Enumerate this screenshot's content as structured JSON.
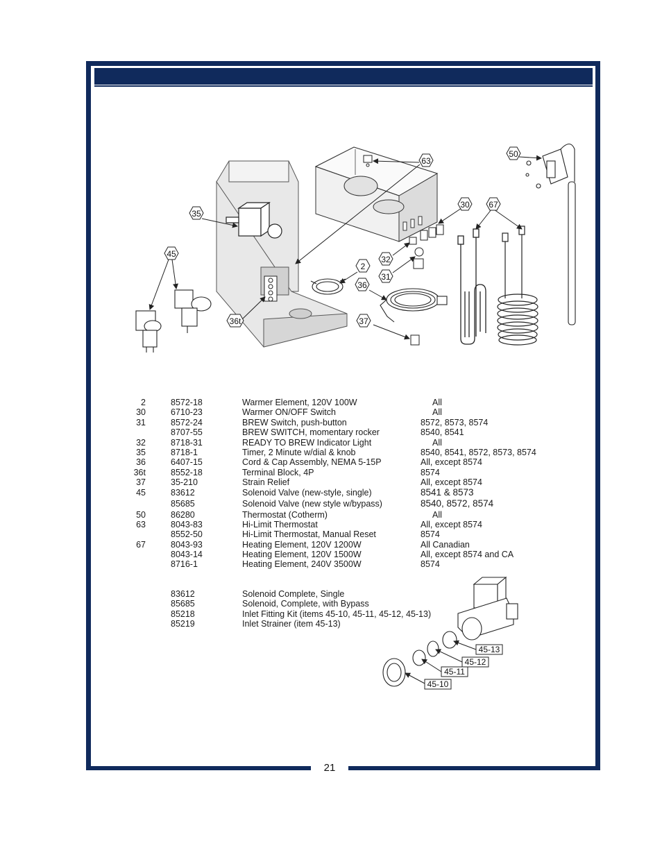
{
  "page_number": "21",
  "callouts": [
    "50",
    "63",
    "30",
    "67",
    "35",
    "45",
    "32",
    "2",
    "31",
    "36",
    "36t",
    "37"
  ],
  "inset_callouts": [
    "45-13",
    "45-12",
    "45-11",
    "45-10"
  ],
  "parts": [
    {
      "item": "2",
      "part": "8572-18",
      "desc": "Warmer Element, 120V 100W",
      "model": "All"
    },
    {
      "item": "30",
      "part": "6710-23",
      "desc": "Warmer ON/OFF Switch",
      "model": "All"
    },
    {
      "item": "31",
      "part": "8572-24",
      "desc": "BREW Switch, push-button",
      "model": "8572, 8573, 8574"
    },
    {
      "item": "",
      "part": "8707-55",
      "desc": "BREW SWITCH, momentary rocker",
      "model": "8540, 8541"
    },
    {
      "item": "32",
      "part": "8718-31",
      "desc": "READY TO BREW Indicator Light",
      "model": "All"
    },
    {
      "item": "35",
      "part": "8718-1",
      "desc": "Timer, 2 Minute w/dial & knob",
      "model": "8540, 8541, 8572, 8573, 8574"
    },
    {
      "item": "36",
      "part": "6407-15",
      "desc": "Cord & Cap Assembly, NEMA 5-15P",
      "model": "All, except 8574"
    },
    {
      "item": "36t",
      "part": "8552-18",
      "desc": "Terminal Block, 4P",
      "model": "8574"
    },
    {
      "item": "37",
      "part": "35-210",
      "desc": "Strain Relief",
      "model": "All, except 8574"
    },
    {
      "item": "45",
      "part": "83612",
      "desc": "Solenoid Valve (new-style, single)",
      "model": "8541 & 8573"
    },
    {
      "item": "",
      "part": "85685",
      "desc": "Solenoid Valve (new style w/bypass)",
      "model": "8540, 8572, 8574"
    },
    {
      "item": "50",
      "part": "86280",
      "desc": "Thermostat (Cotherm)",
      "model": "All"
    },
    {
      "item": "63",
      "part": "8043-83",
      "desc": "Hi-Limit Thermostat",
      "model": "All, except 8574"
    },
    {
      "item": "",
      "part": "8552-50",
      "desc": "Hi-Limit Thermostat, Manual Reset",
      "model": "8574"
    },
    {
      "item": "67",
      "part": "8043-93",
      "desc": "Heating Element, 120V 1200W",
      "model": "All Canadian"
    },
    {
      "item": "",
      "part": "8043-14",
      "desc": "Heating Element, 120V 1500W",
      "model": "All, except 8574 and CA"
    },
    {
      "item": "",
      "part": "8716-1",
      "desc": "Heating Element, 240V 3500W",
      "model": "8574"
    }
  ],
  "kits": [
    {
      "part": "83612",
      "desc": "Solenoid Complete, Single"
    },
    {
      "part": "85685",
      "desc": "Solenoid, Complete, with Bypass"
    },
    {
      "part": "85218",
      "desc": "Inlet Fitting Kit (items 45-10, 45-11, 45-12, 45-13)"
    },
    {
      "part": "85219",
      "desc": "Inlet Strainer (item 45-13)"
    }
  ],
  "colors": {
    "frame": "#102a5c",
    "line": "#222222",
    "shade": "#e6e6e6"
  }
}
